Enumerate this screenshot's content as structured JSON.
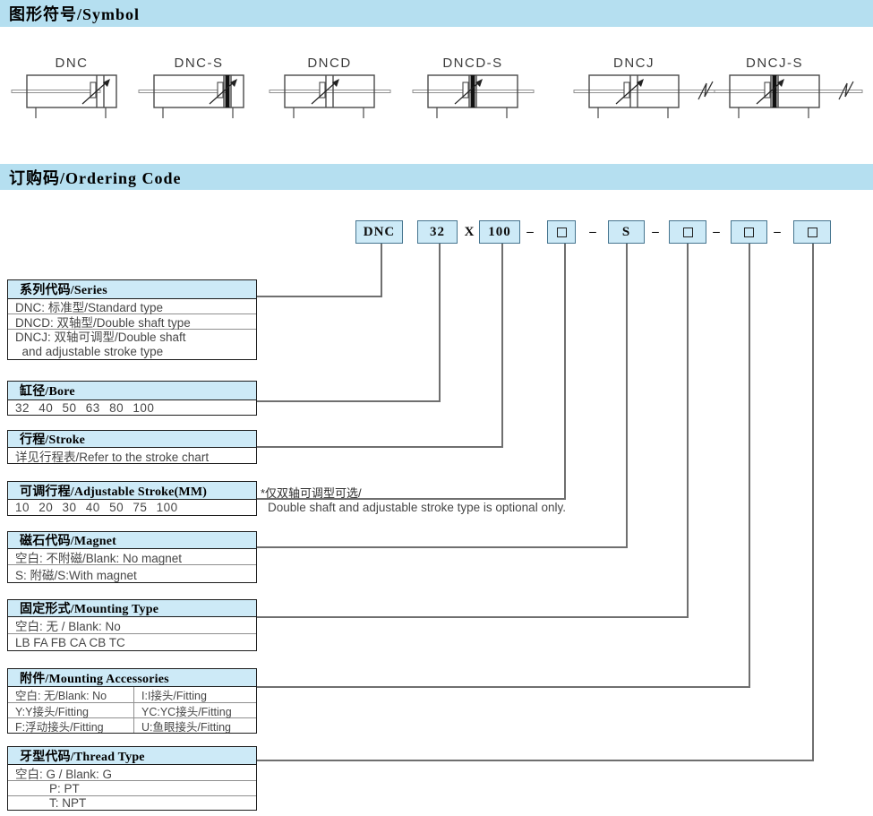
{
  "sections": {
    "symbol_title": "图形符号/Symbol",
    "ordering_title": "订购码/Ordering Code"
  },
  "colors": {
    "band_bg": "#b5dff0",
    "table_header_bg": "#cdeaf7",
    "code_box_bg": "#cdeaf7",
    "code_box_border": "#46758f",
    "connector": "#6f6f6f"
  },
  "symbols": [
    {
      "label": "DNC",
      "magnet": false,
      "double": false,
      "adjustable": false
    },
    {
      "label": "DNC-S",
      "magnet": true,
      "double": false,
      "adjustable": false
    },
    {
      "label": "DNCD",
      "magnet": false,
      "double": true,
      "adjustable": false
    },
    {
      "label": "DNCD-S",
      "magnet": true,
      "double": true,
      "adjustable": false
    },
    {
      "label": "DNCJ",
      "magnet": false,
      "double": true,
      "adjustable": true
    },
    {
      "label": "DNCJ-S",
      "magnet": true,
      "double": true,
      "adjustable": true
    }
  ],
  "ordering_code": {
    "segments": [
      {
        "kind": "box",
        "text": "DNC"
      },
      {
        "kind": "box",
        "text": "32"
      },
      {
        "kind": "plain",
        "text": "X"
      },
      {
        "kind": "box",
        "text": "100"
      },
      {
        "kind": "dash",
        "text": "–"
      },
      {
        "kind": "box",
        "square": true,
        "text": ""
      },
      {
        "kind": "dash",
        "text": "–"
      },
      {
        "kind": "box",
        "text": "S"
      },
      {
        "kind": "dash",
        "text": "–"
      },
      {
        "kind": "box",
        "square": true,
        "text": ""
      },
      {
        "kind": "dash",
        "text": "–"
      },
      {
        "kind": "box",
        "square": true,
        "text": ""
      },
      {
        "kind": "dash",
        "text": "–"
      },
      {
        "kind": "box",
        "square": true,
        "text": ""
      }
    ]
  },
  "tables": [
    {
      "id": "series",
      "header": "系列代码/Series",
      "rows": [
        [
          "DNC: 标准型/Standard type"
        ],
        [
          "DNCD: 双轴型/Double shaft type"
        ],
        [
          "DNCJ: 双轴可调型/Double shaft\n  and adjustable stroke type"
        ]
      ]
    },
    {
      "id": "bore",
      "header": "缸径/Bore",
      "rows": [
        [
          "32 40 50 63 80 100"
        ]
      ]
    },
    {
      "id": "stroke",
      "header": "行程/Stroke",
      "rows": [
        [
          "详见行程表/Refer to the stroke chart"
        ]
      ]
    },
    {
      "id": "adjustable-stroke",
      "header": "可调行程/Adjustable Stroke(MM)",
      "rows": [
        [
          "10 20 30 40 50 75 100"
        ]
      ],
      "note_cn": "*仅双轴可调型可选/",
      "note_en": "Double shaft  and adjustable stroke type is optional only."
    },
    {
      "id": "magnet",
      "header": "磁石代码/Magnet",
      "rows": [
        [
          "空白: 不附磁/Blank: No magnet"
        ],
        [
          "S: 附磁/S:With magnet"
        ]
      ]
    },
    {
      "id": "mounting-type",
      "header": "固定形式/Mounting Type",
      "rows": [
        [
          "空白: 无 / Blank: No"
        ],
        [
          "LB FA FB CA CB TC"
        ]
      ]
    },
    {
      "id": "accessories",
      "header": "附件/Mounting Accessories",
      "rows": [
        [
          "空白: 无/Blank: No",
          "I:I接头/Fitting"
        ],
        [
          "Y:Y接头/Fitting",
          "YC:YC接头/Fitting"
        ],
        [
          "F:浮动接头/Fitting",
          "U:鱼眼接头/Fitting"
        ]
      ]
    },
    {
      "id": "thread-type",
      "header": "牙型代码/Thread Type",
      "rows": [
        [
          "空白: G / Blank: G"
        ],
        [
          "P: PT"
        ],
        [
          "T: NPT"
        ]
      ]
    }
  ]
}
